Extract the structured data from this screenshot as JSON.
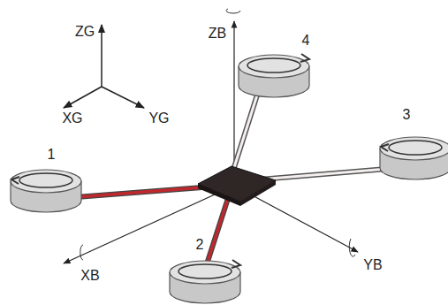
{
  "diagram": {
    "labels": [
      "ZG",
      "XG",
      "YG",
      "ZB",
      "4",
      "1",
      "3",
      "2",
      "XB",
      "YB"
    ]
  }
}
